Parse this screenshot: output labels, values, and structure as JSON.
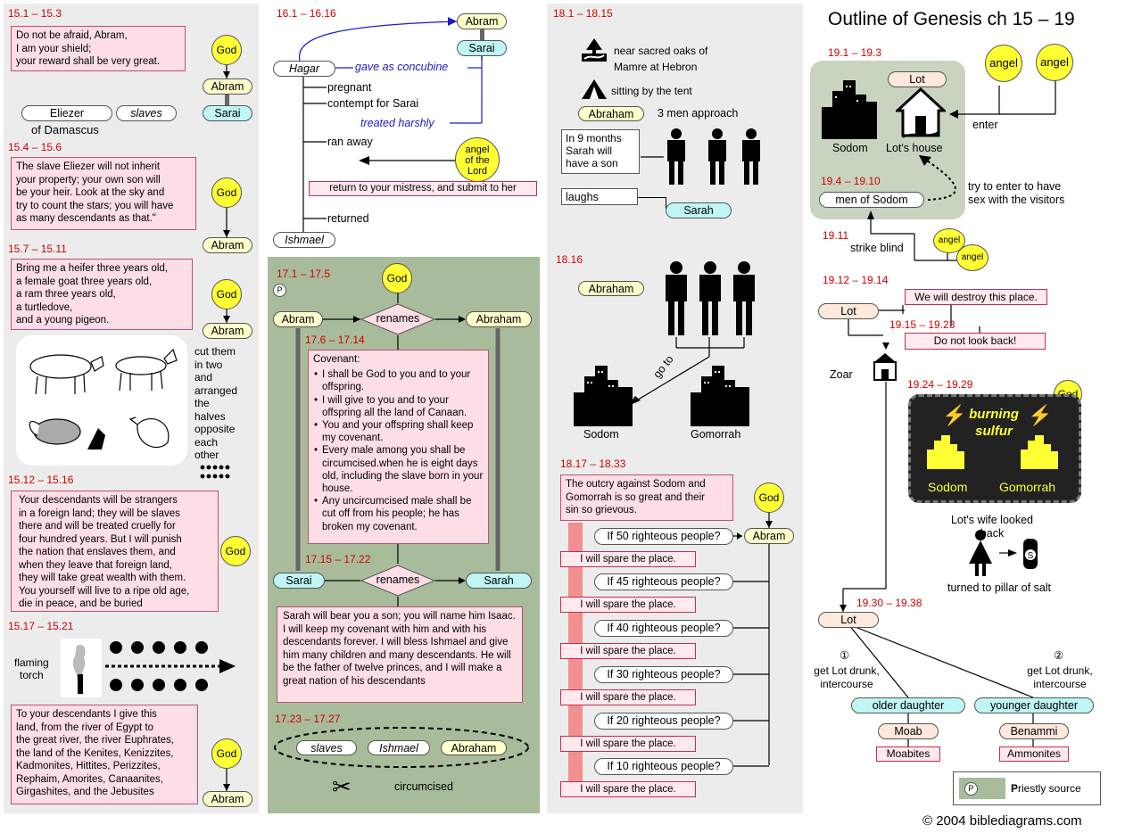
{
  "title": "Outline of Genesis ch 15 – 19",
  "copyright": "© 2004 biblediagrams.com",
  "legend": {
    "label_bold": "P",
    "label_rest": "riestly source",
    "symbol": "P"
  },
  "col1": {
    "s1": {
      "ref": "15.1 – 15.3",
      "text": [
        "Do not be afraid, Abram,",
        "I am your shield;",
        "your reward shall be very great."
      ],
      "god": "God",
      "abram": "Abram",
      "sarai": "Sarai",
      "eliezer": "Eliezer",
      "slaves": "slaves",
      "damascus": "of Damascus"
    },
    "s2": {
      "ref": "15.4 – 15.6",
      "text": [
        "The slave Eliezer will not inherit",
        "your property; your own son will",
        "be your heir.  Look at the sky and",
        "try to count the stars; you will have",
        "as many descendants as that.\""
      ],
      "god": "God",
      "abram": "Abram"
    },
    "s3": {
      "ref": "15.7 – 15.11",
      "text": [
        "Bring me a heifer three years old,",
        "a female goat three years old,",
        "a ram three years old,",
        "a turtledove,",
        "and a young pigeon."
      ],
      "god": "God",
      "abram": "Abram",
      "side": [
        "cut them",
        "in two",
        "and",
        "arranged",
        "the",
        "halves",
        "opposite",
        "each",
        "other"
      ]
    },
    "s4": {
      "ref": "15.12 – 15.16",
      "text": [
        "Your descendants will be strangers",
        "in a foreign land; they will be slaves",
        "there and will be treated cruelly for",
        "four hundred years. But I will punish",
        "the nation that enslaves them, and",
        "when they leave that foreign land,",
        "they will take great wealth with them.",
        "You yourself will live to a ripe old age,",
        "die in peace, and be buried"
      ],
      "god": "God"
    },
    "s5": {
      "ref": "15.17 – 15.21",
      "torch": [
        "flaming",
        "torch"
      ]
    },
    "s6": {
      "text": [
        "To your descendants I give this",
        "land, from the river of Egypt to",
        "the great river, the river Euphrates,",
        "the land of the Kenites, Kenizzites,",
        "Kadmonites, Hittites, Perizzites,",
        "Rephaim, Amorites, Canaanites,",
        "Girgashites, and the Jebusites"
      ],
      "god": "God",
      "abram": "Abram"
    }
  },
  "col2": {
    "s1": {
      "ref": "16.1 – 16.16",
      "abram": "Abram",
      "sarai": "Sarai",
      "hagar": "Hagar",
      "concubine": "gave as concubine",
      "pregnant": "pregnant",
      "contempt": "contempt for Sarai",
      "harshly": "treated harshly",
      "ranaway": "ran away",
      "angel": [
        "angel",
        "of the",
        "Lord"
      ],
      "return": "return to your mistress, and submit to her",
      "returned": "returned",
      "ishmael": "Ishmael"
    },
    "s2": {
      "ref": "17.1 – 17.5",
      "p": "P",
      "god": "God",
      "abram": "Abram",
      "renames": "renames",
      "abraham": "Abraham"
    },
    "s3": {
      "ref": "17.6 – 17.14",
      "head": "Covenant:",
      "items": [
        "I shall be God to you and to your offspring.",
        "I will give to you and to your offspring all the land of Canaan.",
        "You and your offspring shall keep my covenant.",
        "Every male among you shall be circumcised.when he is eight days old, including the slave born in your house.",
        "Any uncircumcised male shall be cut off from his people; he has broken my covenant."
      ]
    },
    "s4": {
      "ref": "17.15 – 17.22",
      "sarai": "Sarai",
      "renames": "renames",
      "sarah": "Sarah",
      "text": "Sarah will bear you a son; you will name him Isaac.  I will keep my covenant with him and with his descendants forever.  I will bless Ishmael and give him many children and many descendants. He will be the father of twelve princes, and I will make a great nation of his descendants"
    },
    "s5": {
      "ref": "17.23 – 17.27",
      "slaves": "slaves",
      "ishmael": "Ishmael",
      "abraham": "Abraham",
      "circ": "circumcised"
    }
  },
  "col3": {
    "s1": {
      "ref": "18.1 – 18.15",
      "oaks": [
        "near sacred oaks of",
        "Mamre at Hebron"
      ],
      "tent": "sitting by the tent",
      "abraham": "Abraham",
      "men": "3 men approach",
      "nine": [
        "In 9 months",
        "Sarah will",
        "have a son"
      ],
      "laughs": "laughs",
      "sarah": "Sarah"
    },
    "s2": {
      "ref": "18.16",
      "abraham": "Abraham",
      "goto": "go to",
      "sodom": "Sodom",
      "gomorrah": "Gomorrah"
    },
    "s3": {
      "ref": "18.17 – 18.33",
      "outcry": [
        "The outcry against Sodom and",
        "Gomorrah is so great and their",
        "sin so grievous."
      ],
      "god": "God",
      "abram": "Abram",
      "questions": [
        "If 50 righteous people?",
        "If 45 righteous people?",
        "If 40 righteous people?",
        "If 30 righteous people?",
        "If 20 righteous people?",
        "If 10 righteous people?"
      ],
      "spare": "I will spare the place."
    }
  },
  "col4": {
    "s1": {
      "ref": "19.1 – 19.3",
      "angel1": "angel",
      "angel2": "angel",
      "lot": "Lot",
      "sodom": "Sodom",
      "house": "Lot's house",
      "enter": "enter"
    },
    "s2": {
      "ref": "19.4 – 19.10",
      "men": "men of Sodom",
      "try": [
        "try to enter to have",
        "sex with the visitors"
      ]
    },
    "s3": {
      "ref": "19.11",
      "strike": "strike blind",
      "angel1": "angel",
      "angel2": "angel"
    },
    "s4": {
      "ref": "19.12 – 19.14",
      "destroy": "We will destroy this place.",
      "lot": "Lot"
    },
    "s5": {
      "ref": "19.15 – 19.23",
      "look": "Do not look back!",
      "zoar": "Zoar"
    },
    "s6": {
      "ref": "19.24 – 19.29",
      "god": "God",
      "burning": [
        "burning",
        "sulfur"
      ],
      "sodom": "Sodom",
      "gomorrah": "Gomorrah",
      "wife": [
        "Lot's wife looked",
        "back"
      ],
      "salt": "turned to pillar of salt"
    },
    "s7": {
      "ref": "19.30 – 19.38",
      "lot": "Lot",
      "n1": "①",
      "n2": "②",
      "drunk": [
        "get Lot drunk,",
        "intercourse"
      ],
      "older": "older daughter",
      "younger": "younger daughter",
      "moab": "Moab",
      "benammi": "Benammi",
      "moabites": "Moabites",
      "ammonites": "Ammonites"
    }
  }
}
